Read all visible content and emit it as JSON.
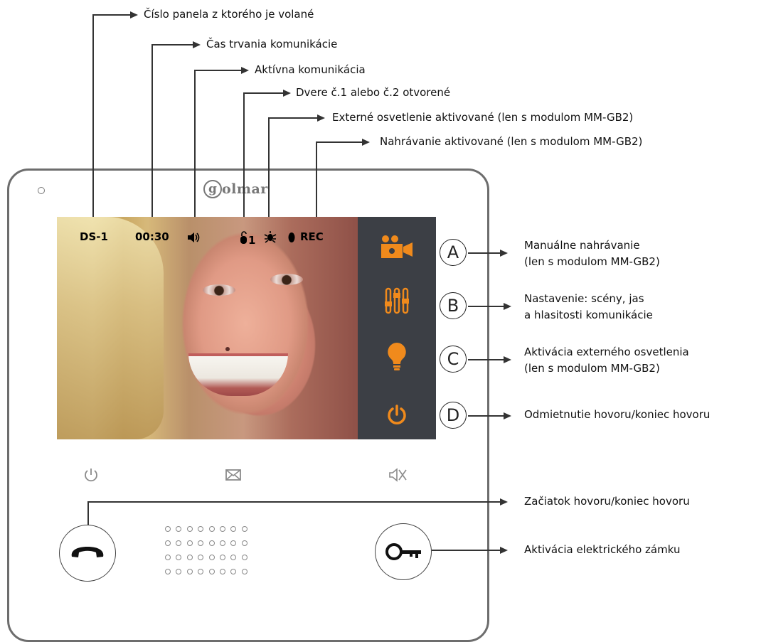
{
  "callouts_top": [
    "Číslo panela z ktorého je volané",
    "Čas trvania komunikácie",
    "Aktívna komunikácia",
    "Dvere č.1 alebo č.2 otvorené",
    "Externé osvetlenie aktivované (len s modulom MM-GB2)",
    "Nahrávanie aktivované (len s modulom MM-GB2)"
  ],
  "callouts_right": [
    {
      "letter": "A",
      "line1": "Manuálne nahrávanie",
      "line2": "(len s modulom MM-GB2)"
    },
    {
      "letter": "B",
      "line1": "Nastavenie: scény, jas",
      "line2": "a hlasitosti komunikácie"
    },
    {
      "letter": "C",
      "line1": "Aktivácia externého osvetlenia",
      "line2": "(len s modulom MM-GB2)"
    },
    {
      "letter": "D",
      "line1": "Odmietnutie hovoru/koniec hovoru",
      "line2": ""
    }
  ],
  "callouts_bottom": [
    "Začiatok hovoru/koniec hovoru",
    "Aktivácia elektrického zámku"
  ],
  "logo_text": "olmar",
  "logo_letter": "g",
  "status_bar": {
    "panel_id": "DS-1",
    "duration": "00:30",
    "door_number": "1",
    "rec_label": "REC"
  },
  "accent_color": "#f08a1c",
  "icons": {
    "side": [
      "video-camera-icon",
      "sliders-icon",
      "light-bulb-icon",
      "power-icon"
    ],
    "touch": [
      "power-icon",
      "envelope-icon",
      "mute-icon"
    ],
    "buttons": [
      "phone-handset-icon",
      "key-icon"
    ]
  }
}
